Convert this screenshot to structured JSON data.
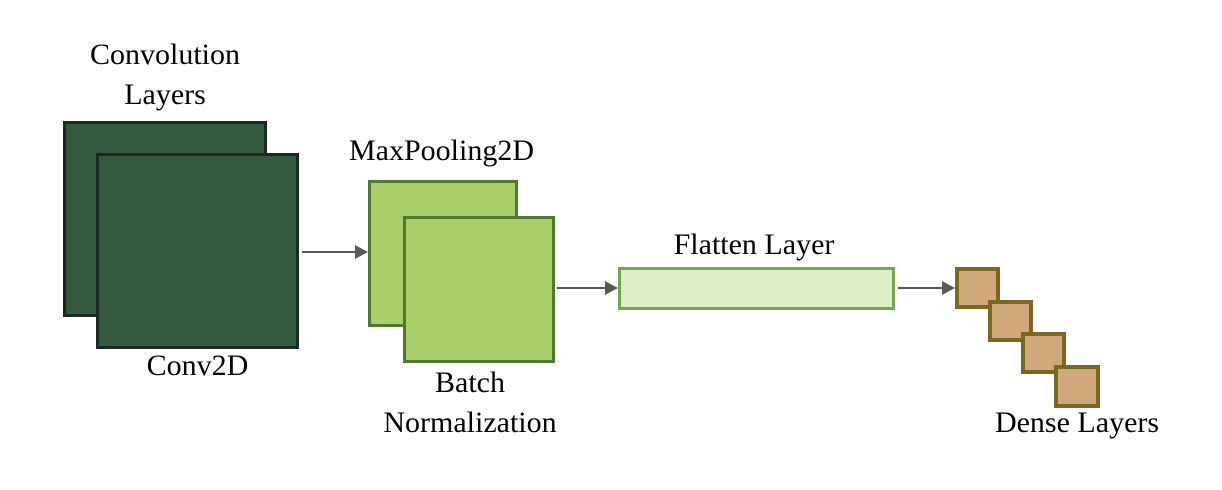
{
  "diagram": {
    "type": "cnn-architecture-flow",
    "background": "#ffffff",
    "text_color": "#000000",
    "arrow_color": "#595959",
    "labels": {
      "convolution_line1": "Convolution",
      "convolution_line2": "Layers",
      "conv2d": "Conv2D",
      "maxpooling": "MaxPooling2D",
      "batch_line1": "Batch",
      "batch_line2": "Normalization",
      "flatten": "Flatten Layer",
      "dense": "Dense Layers"
    },
    "nodes": [
      {
        "name": "Convolution Layers (Conv2D)",
        "shape": "two-overlapping-squares",
        "fill": "#345A3E",
        "border": "#1A2921"
      },
      {
        "name": "MaxPooling2D / Batch Normalization",
        "shape": "two-overlapping-squares",
        "fill": "#A9CF6B",
        "border": "#4E7A2F"
      },
      {
        "name": "Flatten Layer",
        "shape": "wide-rectangle",
        "fill": "#DCEEC6",
        "border": "#74A652"
      },
      {
        "name": "Dense Layers",
        "shape": "four-cascading-squares",
        "fill": "#D1A87C",
        "border": "#7C671F"
      }
    ],
    "connections": [
      "Conv2D to MaxPooling2D",
      "Batch Normalization to Flatten Layer",
      "Flatten Layer to Dense Layers"
    ]
  }
}
